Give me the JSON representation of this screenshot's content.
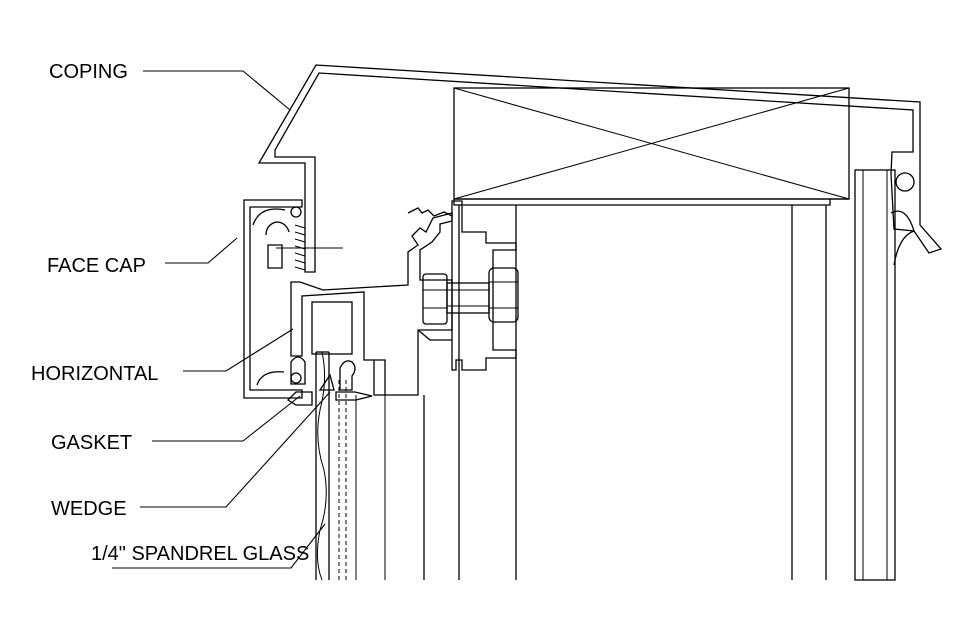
{
  "labels": {
    "coping": "COPING",
    "face_cap": "FACE CAP",
    "horizontal": "HORIZONTAL",
    "gasket": "GASKET",
    "wedge": "WEDGE",
    "spandrel_glass": "1/4\" SPANDREL GLASS"
  }
}
